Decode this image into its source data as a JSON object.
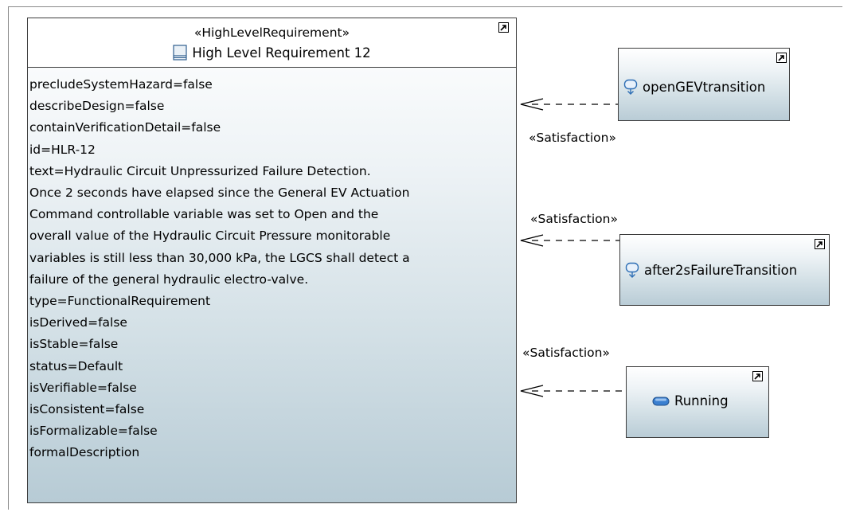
{
  "requirement": {
    "stereotype": "«HighLevelRequirement»",
    "name": "High Level Requirement 12",
    "properties": [
      "precludeSystemHazard=false",
      "describeDesign=false",
      "containVerificationDetail=false",
      "id=HLR-12",
      "text=Hydraulic Circuit Unpressurized Failure Detection.",
      "Once 2 seconds have elapsed since the General EV Actuation",
      "Command controllable variable was set to Open and the",
      "overall value of the Hydraulic Circuit Pressure monitorable",
      "variables is still less than 30,000 kPa, the LGCS shall detect a",
      "failure of the general hydraulic electro-valve.",
      "type=FunctionalRequirement",
      "isDerived=false",
      "isStable=false",
      "status=Default",
      "isVerifiable=false",
      "isConsistent=false",
      "isFormalizable=false",
      "formalDescription"
    ]
  },
  "elements": {
    "transition1": {
      "name": "openGEVtransition",
      "icon": "transition-icon"
    },
    "transition2": {
      "name": "after2sFailureTransition",
      "icon": "transition-icon"
    },
    "state": {
      "name": "Running",
      "icon": "state-icon"
    }
  },
  "relations": {
    "r1": "«Satisfaction»",
    "r2": "«Satisfaction»",
    "r3": "«Satisfaction»"
  },
  "colors": {
    "box_border": "#3c3c3c",
    "gradient_bottom": "#b7cbd5",
    "transition_icon": "#2f6fb5",
    "state_icon": "#3a7fd0"
  }
}
